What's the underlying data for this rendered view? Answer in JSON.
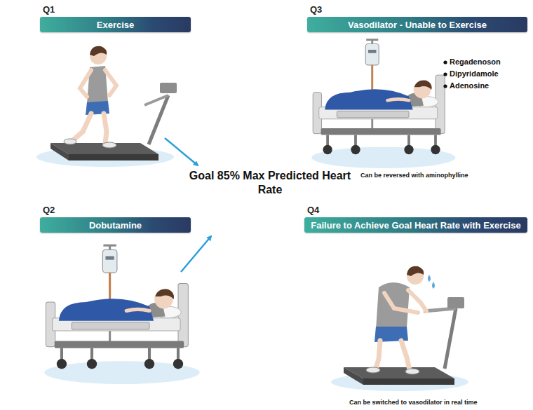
{
  "diagram": {
    "nodes": [
      {
        "text": [
          "Q1",
          "Exercise"
        ]
      },
      {
        "text": [
          "Q3",
          "Vasodilator - Unable to Exercise"
        ]
      },
      {
        "text": [
          "Q2",
          "Dobutamine"
        ]
      },
      {
        "text": [
          "Q4",
          "Failure to Achieve Goal Heart Rate with Exercise"
        ]
      }
    ],
    "labels": [
      "Goal 85% Max Predicted Heart Rate",
      "Regadenoson",
      "Dipyridamole",
      "Adenosine",
      "Can be reversed with aminophylline",
      "Can be switched to vasodilator in real time"
    ]
  }
}
